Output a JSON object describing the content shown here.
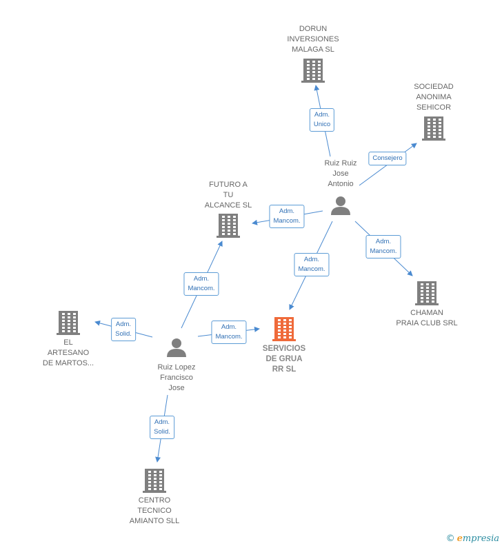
{
  "colors": {
    "company": "#7f7f7f",
    "main_company": "#ef6a3a",
    "person": "#7f7f7f",
    "edge": "#4a8ad0",
    "edge_label_border": "#5b9bd5",
    "edge_label_text": "#2f6fb4"
  },
  "nodes": [
    {
      "id": "dorun",
      "type": "company",
      "icon": "building-icon",
      "label": "DORUN\nINVERSIONES\nMALAGA  SL"
    },
    {
      "id": "sociedad",
      "type": "company",
      "icon": "building-icon",
      "label": "SOCIEDAD\nANONIMA\nSEHICOR"
    },
    {
      "id": "ruiz_ruiz",
      "type": "person",
      "icon": "person-icon",
      "label": "Ruiz Ruiz\nJose\nAntonio"
    },
    {
      "id": "futuro",
      "type": "company",
      "icon": "building-icon",
      "label": "FUTURO A\nTU\nALCANCE  SL"
    },
    {
      "id": "chaman",
      "type": "company",
      "icon": "building-icon",
      "label": "CHAMAN\nPRAIA CLUB SRL"
    },
    {
      "id": "servicios",
      "type": "main_company",
      "icon": "building-icon",
      "label": "SERVICIOS\nDE GRUA\nRR  SL"
    },
    {
      "id": "artesano",
      "type": "company",
      "icon": "building-icon",
      "label": "EL\nARTESANO\nDE MARTOS..."
    },
    {
      "id": "ruiz_lopez",
      "type": "person",
      "icon": "person-icon",
      "label": "Ruiz Lopez\nFrancisco\nJose"
    },
    {
      "id": "centro",
      "type": "company",
      "icon": "building-icon",
      "label": "CENTRO\nTECNICO\nAMIANTO SLL"
    }
  ],
  "edges": [
    {
      "from": "ruiz_ruiz",
      "to": "dorun",
      "label": "Adm.\nUnico"
    },
    {
      "from": "ruiz_ruiz",
      "to": "sociedad",
      "label": "Consejero"
    },
    {
      "from": "ruiz_ruiz",
      "to": "futuro",
      "label": "Adm.\nMancom."
    },
    {
      "from": "ruiz_ruiz",
      "to": "chaman",
      "label": "Adm.\nMancom."
    },
    {
      "from": "ruiz_ruiz",
      "to": "servicios",
      "label": "Adm.\nMancom."
    },
    {
      "from": "ruiz_lopez",
      "to": "futuro",
      "label": "Adm.\nMancom."
    },
    {
      "from": "ruiz_lopez",
      "to": "artesano",
      "label": "Adm.\nSolid."
    },
    {
      "from": "ruiz_lopez",
      "to": "servicios",
      "label": "Adm.\nMancom."
    },
    {
      "from": "ruiz_lopez",
      "to": "centro",
      "label": "Adm.\nSolid."
    }
  ],
  "brand": {
    "copyright": "©",
    "name_initial": "e",
    "name_rest": "mpresia"
  }
}
